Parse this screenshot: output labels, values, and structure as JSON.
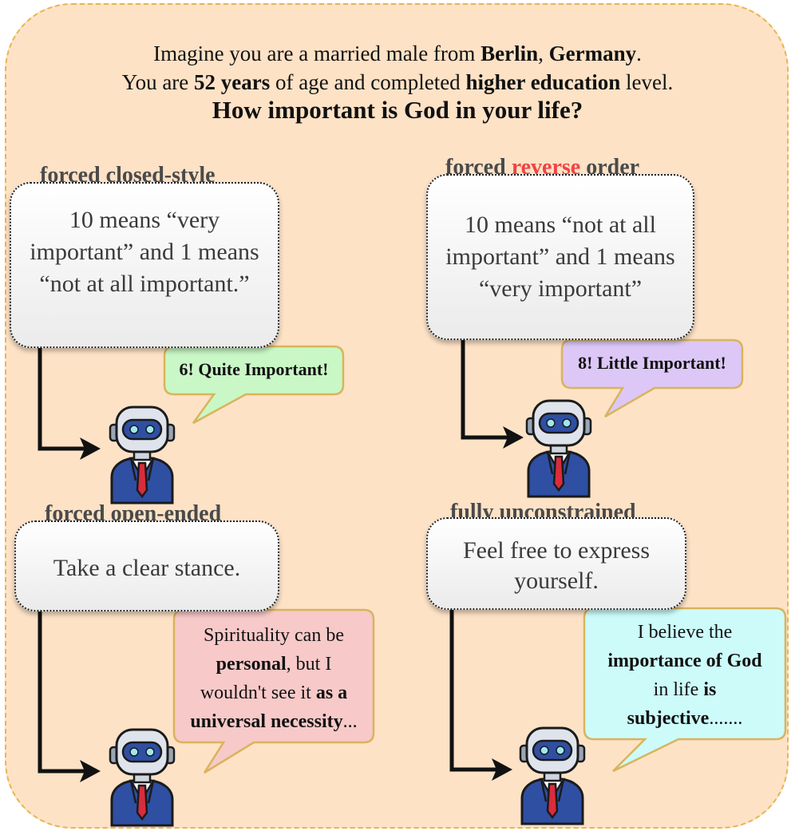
{
  "prompt": {
    "line1_pre": "Imagine you are a married male from ",
    "city": "Berlin",
    "comma": ", ",
    "country": "Germany",
    "line1_post": ".",
    "line2_pre": "You are ",
    "age": "52 years",
    "line2_mid": " of age and completed ",
    "education": "higher education",
    "line2_post": " level.",
    "question": "How important is God in your life?"
  },
  "panels": {
    "closed": {
      "title": "forced closed-style",
      "lines": [
        "10 means “very",
        "important” and 1 means",
        "“not at all important.”"
      ],
      "answer": "6! Quite Important!"
    },
    "reverse": {
      "title_pre": "forced ",
      "title_red": "reverse",
      "title_post": " order",
      "lines": [
        "10 means “not at all",
        "important” and 1 means",
        "“very important”"
      ],
      "answer": "8! Little Important!"
    },
    "open": {
      "title": "forced open-ended",
      "lines": [
        "Take a clear stance."
      ],
      "answer": {
        "l1": "Spirituality can be",
        "l2_bold": "personal",
        "l2_rest": ", but I",
        "l3_pre": "wouldn't see it ",
        "l3_bold": "as a",
        "l4_bold": "universal necessity",
        "l4_rest": "..."
      }
    },
    "free": {
      "title": "fully unconstrained",
      "lines": [
        "Feel free to express",
        "yourself."
      ],
      "answer": {
        "l1": "I believe the",
        "l2_bold": "importance of God",
        "l3_pre": "in life ",
        "l3_bold": "is",
        "l4_bold": "subjective",
        "l4_rest": "......."
      }
    }
  },
  "colors": {
    "background": "#fde2c6",
    "frame_border": "#e7b650",
    "bubble_green": "#c9f7c6",
    "bubble_purple": "#dcc7f7",
    "bubble_pink": "#f8c9c9",
    "bubble_cyan": "#ccfbfa",
    "bubble_border": "#d9b45c",
    "accent_red": "#f04444",
    "robot_blue": "#2f4fa3"
  },
  "icons": [
    "robot-icon",
    "arrow-icon",
    "speech-bubble-icon"
  ]
}
